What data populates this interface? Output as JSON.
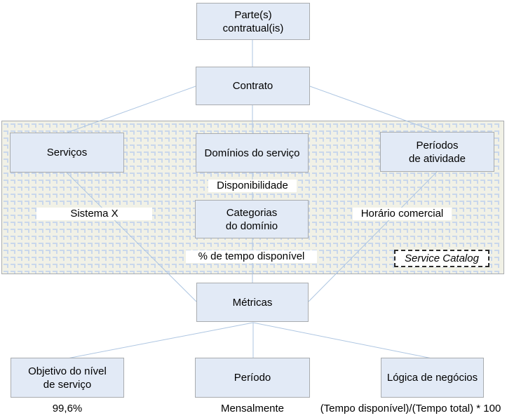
{
  "nodes": {
    "contracting_party": "Parte(s)\ncontratual(is)",
    "contract": "Contrato",
    "services": "Serviços",
    "service_domains": "Domínios do serviço",
    "activity_periods": "Períodos\nde atividade",
    "domain_categories": "Categorias\ndo domínio",
    "metrics": "Métricas",
    "service_level_objective": "Objetivo do nível\nde serviço",
    "period": "Período",
    "business_logic": "Lógica de negócios"
  },
  "overlay_labels": {
    "availability": "Disponibilidade",
    "system_x": "Sistema X",
    "business_hours": "Horário comercial",
    "available_time_pct": "% de tempo disponível",
    "service_catalog": "Service Catalog"
  },
  "annotations": {
    "slo_example": "99,6%",
    "period_example": "Mensalmente",
    "logic_formula": "(Tempo disponível)/(Tempo total) * 100"
  },
  "colors": {
    "node_fill": "#e2eaf6",
    "node_border": "#a9acaf",
    "band_background": "#f1f1e6",
    "band_pattern": "#c9d7ec",
    "connector": "#aec6e2",
    "text": "#000000"
  }
}
